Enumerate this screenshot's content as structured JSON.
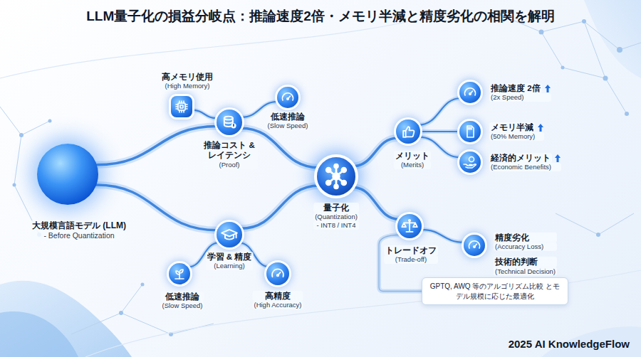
{
  "diagram": {
    "title": "LLM量子化の損益分岐点：推論速度2倍・メモリ半減と精度劣化の相関を解明",
    "nodes": [
      {
        "text": [
          "大規模言語モデル (LLM)",
          "- Before Quantization"
        ]
      },
      {
        "text": [
          "推論コスト & レイテンシ",
          "(Proof)"
        ]
      },
      {
        "text": [
          "高メモリ使用",
          "(High Memory)"
        ]
      },
      {
        "text": [
          "低速推論",
          "(Slow Speed)"
        ]
      },
      {
        "text": [
          "学習 & 精度",
          "(Learning)"
        ]
      },
      {
        "text": [
          "低速推論",
          "(Slow Speed)"
        ]
      },
      {
        "text": [
          "高精度",
          "(High Accuracy)"
        ]
      },
      {
        "text": [
          "量子化",
          "(Quantization)",
          "- INT8 / INT4"
        ]
      },
      {
        "text": [
          "メリット",
          "(Merits)"
        ]
      },
      {
        "text": [
          "推論速度 2倍",
          "(2x Speed)"
        ]
      },
      {
        "text": [
          "メモリ半減",
          "(50% Memory)"
        ]
      },
      {
        "text": [
          "経済的メリット",
          "(Economic Benefits)"
        ]
      },
      {
        "text": [
          "トレードオフ",
          "(Trade-off)"
        ]
      },
      {
        "text": [
          "精度劣化",
          "(Accuracy Loss)",
          "技術的判断",
          "(Technical Decision)"
        ]
      },
      {
        "text": [
          "GPTQ, AWQ 等のアルゴリズム比較 とモデル規模に応じた最適化"
        ]
      }
    ],
    "edges": [
      {
        "from": 0,
        "to": 1,
        "arrow": "none"
      },
      {
        "from": 0,
        "to": 4,
        "arrow": "none"
      },
      {
        "from": 1,
        "to": 2,
        "arrow": "none"
      },
      {
        "from": 1,
        "to": 3,
        "arrow": "none"
      },
      {
        "from": 1,
        "to": 7,
        "arrow": "none"
      },
      {
        "from": 4,
        "to": 5,
        "arrow": "none"
      },
      {
        "from": 4,
        "to": 6,
        "arrow": "none"
      },
      {
        "from": 4,
        "to": 7,
        "arrow": "none"
      },
      {
        "from": 7,
        "to": 8,
        "arrow": "none"
      },
      {
        "from": 7,
        "to": 12,
        "arrow": "none"
      },
      {
        "from": 8,
        "to": 9,
        "arrow": "none"
      },
      {
        "from": 8,
        "to": 10,
        "arrow": "none"
      },
      {
        "from": 8,
        "to": 11,
        "arrow": "none"
      },
      {
        "from": 12,
        "to": 13,
        "arrow": "none"
      },
      {
        "from": 12,
        "to": 14,
        "arrow": "none"
      }
    ],
    "labels": [
      "2025 AI KnowledgeFlow"
    ]
  }
}
